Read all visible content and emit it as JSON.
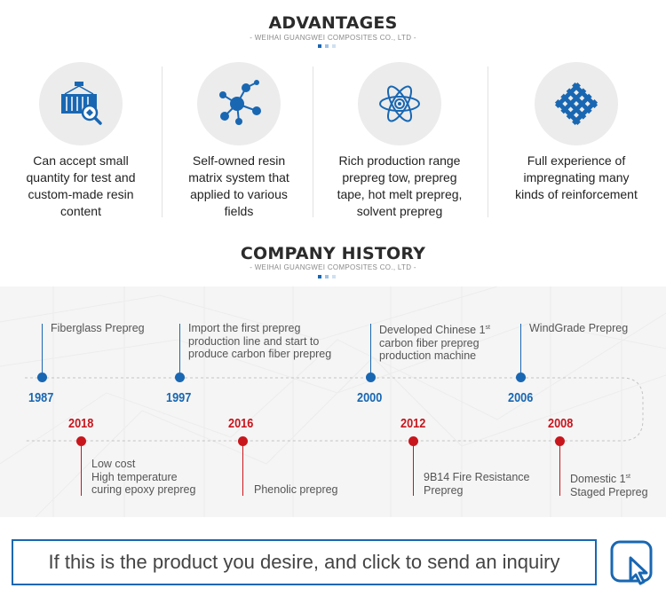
{
  "advantages": {
    "title": "ADVANTAGES",
    "subtitle": "- WEIHAI GUANGWEI COMPOSITES CO., LTD -",
    "items": [
      {
        "icon": "container-search-icon",
        "lines": [
          "Can accept small",
          "quantity for test and",
          "custom-made resin",
          "content"
        ]
      },
      {
        "icon": "network-nodes-icon",
        "lines": [
          "Self-owned resin",
          "matrix system that",
          "applied to various",
          "fields"
        ]
      },
      {
        "icon": "atom-icon",
        "lines": [
          "Rich production range",
          "prepreg tow, prepreg",
          "tape, hot melt prepreg,",
          "solvent prepreg"
        ]
      },
      {
        "icon": "woven-fabric-icon",
        "lines": [
          "Full experience of",
          "impregnating many",
          "kinds of reinforcement"
        ]
      }
    ]
  },
  "history": {
    "title": "COMPANY HISTORY",
    "subtitle": "- WEIHAI GUANGWEI COMPOSITES CO., LTD -",
    "top_events": [
      {
        "year": "1987",
        "lines": [
          "Fiberglass Prepreg"
        ]
      },
      {
        "year": "1997",
        "lines": [
          "Import the first prepreg",
          "production line and start to",
          "produce carbon fiber prepreg"
        ]
      },
      {
        "year": "2000",
        "lines": [
          "Developed Chinese 1",
          "carbon fiber prepreg",
          "production machine"
        ],
        "sup": "st"
      },
      {
        "year": "2006",
        "lines": [
          "WindGrade Prepreg"
        ]
      }
    ],
    "bottom_events": [
      {
        "year": "2018",
        "lines": [
          "Low cost",
          "High temperature",
          "curing epoxy prepreg"
        ]
      },
      {
        "year": "2016",
        "lines": [
          "Phenolic prepreg"
        ]
      },
      {
        "year": "2012",
        "lines": [
          "9B14 Fire Resistance",
          "Prepreg"
        ]
      },
      {
        "year": "2008",
        "lines": [
          "Domestic 1",
          "Staged Prepreg"
        ],
        "sup": "st"
      }
    ]
  },
  "inquiry": {
    "text": "If this is the product you desire, and click to send an inquiry",
    "icon": "cursor-click-icon"
  },
  "colors": {
    "blue": "#1967b2",
    "red": "#c8161d",
    "dot_light": "#9fc1e4",
    "dot_lighter": "#cfe0f1"
  }
}
